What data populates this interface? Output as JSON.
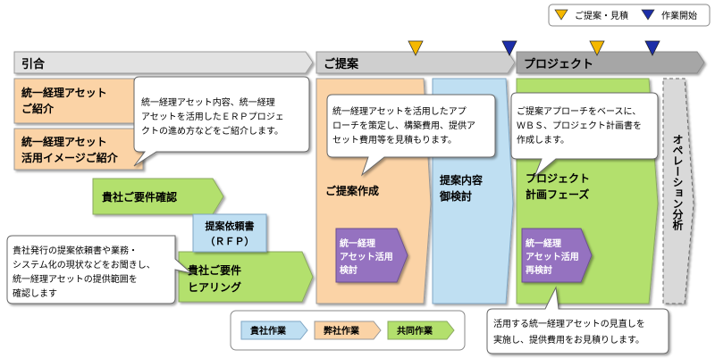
{
  "legend_top": {
    "proposal_estimate": "ご提案・見積",
    "work_start": "作業開始"
  },
  "phases": {
    "p1": "引合",
    "p2": "ご提案",
    "p3": "プロジェクト",
    "p4": "オペレーション分析"
  },
  "tasks": {
    "intro_1": "統一経理アセット",
    "intro_2": "ご紹介",
    "image_1": "統一経理アセット",
    "image_2": "活用イメージご紹介",
    "req_confirm": "貴社ご要件確認",
    "rfp_1": "提案依頼書",
    "rfp_2": "（ＲＦＰ）",
    "hearing_1": "貴社ご要件",
    "hearing_2": "ヒアリング",
    "proposal_create": "ご提案作成",
    "review_1": "提案内容",
    "review_2": "御検討",
    "plan_1": "プロジェクト",
    "plan_2": "計画フェーズ",
    "asset_review_1": "統一経理",
    "asset_review_2": "アセット活用",
    "asset_review_3": "検討",
    "asset_recheck_1": "統一経理",
    "asset_recheck_2": "アセット活用",
    "asset_recheck_3": "再検討"
  },
  "callouts": {
    "c1": [
      "統一経理アセット内容、統一経理",
      "アセットを活用したＥＲＰプロジェ",
      "クトの進め方などをご紹介します。"
    ],
    "c2": [
      "貴社発行の提案依頼書や業務・",
      "システム化の現状などをお聞きし、",
      "統一経理アセットの提供範囲を",
      "確認します"
    ],
    "c3": [
      "統一経理アセットを活用したアプ",
      "ローチを策定し、構築費用、提供ア",
      "セット費用等を見積もります。"
    ],
    "c4": [
      "ご提案アプローチをベースに、",
      "ＷＢＳ、プロジェクト計画書を",
      "作成します。"
    ],
    "c5": [
      "活用する統一経理アセットの見直しを",
      "実施し、提供費用をお見積りします。"
    ]
  },
  "legend_bottom": {
    "client": "貴社作業",
    "ours": "弊社作業",
    "joint": "共同作業"
  },
  "colors": {
    "orange": "#fbd3a6",
    "blue": "#bfdff2",
    "green": "#b3e06d",
    "purple": "#9572c0",
    "gray": "#bfbfbf",
    "marker_orange": "#f5b800",
    "marker_blue": "#1c2ea8"
  }
}
